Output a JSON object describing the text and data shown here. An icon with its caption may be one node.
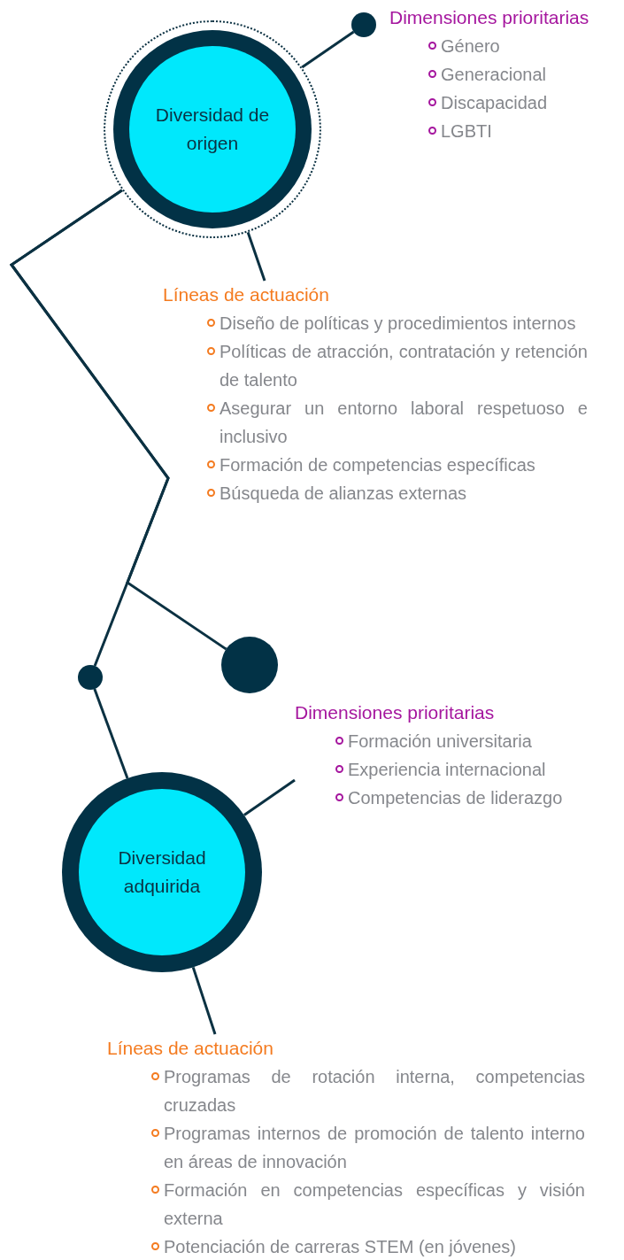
{
  "diagram": {
    "nodes": [
      {
        "text": [
          "Diversidad de origen"
        ]
      },
      {
        "text": [],
        "shape": "circle",
        "beside": [
          "Dimensiones prioritarias",
          "Género",
          "Generacional",
          "Discapacidad",
          "LGBTI"
        ]
      },
      {
        "text": [
          "Líneas de actuación",
          "Diseño de políticas y procedimientos internos",
          "Políticas de atracción, contratación y retención de talento",
          "Asegurar un entorno laboral respetuoso e inclusivo",
          "Formación de competencias específicas",
          "Búsqueda de alianzas externas"
        ]
      },
      {
        "text": [],
        "shape": "circle"
      },
      {
        "text": [],
        "shape": "circle"
      },
      {
        "text": [
          "Dimensiones prioritarias",
          "Formación universitaria",
          "Experiencia internacional",
          "Competencias de liderazgo"
        ]
      },
      {
        "text": [
          "Diversidad adquirida"
        ]
      },
      {
        "text": [
          "Líneas de actuación",
          "Programas de rotación interna, competencias cruzadas",
          "Programas internos de promoción de talento interno en áreas de innovación",
          "Formación en competencias específicas y visión externa",
          "Potenciación de carreras STEM (en jóvenes)"
        ]
      }
    ],
    "edges": [
      {
        "from": 0,
        "to": 1,
        "arrow": "none"
      },
      {
        "from": 0,
        "to": 2,
        "arrow": "none"
      },
      {
        "from": 0,
        "to": 3,
        "arrow": "none"
      },
      {
        "from": 0,
        "to": 4,
        "arrow": "none"
      },
      {
        "from": 4,
        "to": 6,
        "arrow": "none"
      },
      {
        "from": 6,
        "to": 5,
        "arrow": "none"
      },
      {
        "from": 6,
        "to": 7,
        "arrow": "none"
      }
    ]
  }
}
